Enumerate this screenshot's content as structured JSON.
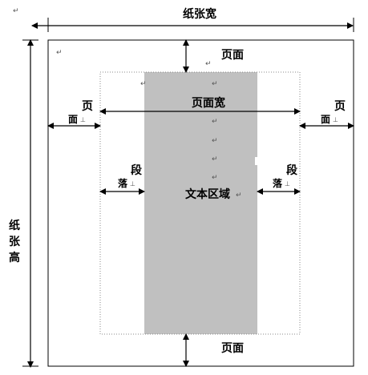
{
  "labels": {
    "paper_width": "纸张宽",
    "paper_height": "纸张高",
    "page_margin_top": "页面",
    "page_margin_bottom": "页面",
    "page_margin_left_a": "页",
    "page_margin_left_b": "面",
    "page_margin_right_a": "页",
    "page_margin_right_b": "面",
    "page_width": "页面宽",
    "para_left_a": "段",
    "para_left_b": "落",
    "para_right_a": "段",
    "para_right_b": "落",
    "text_area": "文本区域"
  },
  "marks": {
    "paragraph": "↵",
    "cell_end": "⊥"
  },
  "colors": {
    "text_area_fill": "#c0c0c0",
    "line": "#000000",
    "dotted_border": "#888888"
  }
}
